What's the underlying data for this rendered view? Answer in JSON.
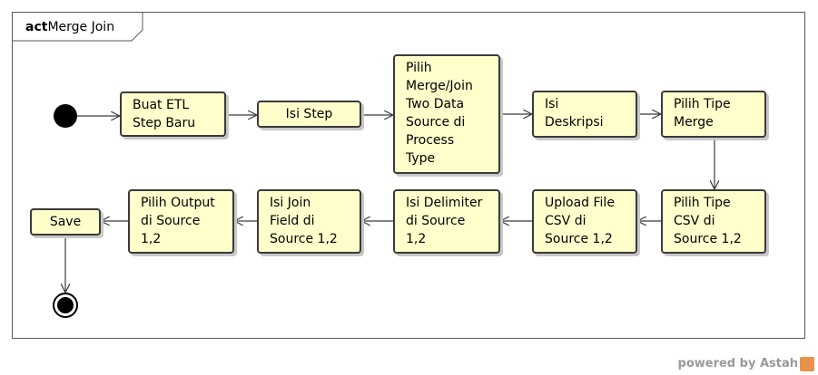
{
  "frame": {
    "keyword": "act",
    "name": "Merge Join"
  },
  "actions": [
    {
      "id": "buat-etl",
      "label": "Buat ETL\nStep Baru"
    },
    {
      "id": "isi-step",
      "label": "Isi Step"
    },
    {
      "id": "pilih-merge",
      "label": "Pilih\nMerge/Join\nTwo Data\nSource di\nProcess\nType"
    },
    {
      "id": "isi-deskripsi",
      "label": "Isi\nDeskripsi"
    },
    {
      "id": "pilih-tipe-merge",
      "label": "Pilih Tipe\nMerge"
    },
    {
      "id": "pilih-tipe-csv",
      "label": "Pilih Tipe\nCSV di\nSource 1,2"
    },
    {
      "id": "upload-file",
      "label": "Upload File\nCSV di\nSource 1,2"
    },
    {
      "id": "isi-delimiter",
      "label": "Isi Delimiter\ndi Source\n1,2"
    },
    {
      "id": "isi-join",
      "label": "Isi Join\nField di\nSource 1,2"
    },
    {
      "id": "pilih-output",
      "label": "Pilih Output\ndi Source\n1,2"
    },
    {
      "id": "save",
      "label": "Save"
    }
  ],
  "watermark": {
    "text": "powered by Astah"
  },
  "colors": {
    "action_fill": "#ffffcc",
    "border": "#3a3a3a",
    "node": "#000000"
  }
}
